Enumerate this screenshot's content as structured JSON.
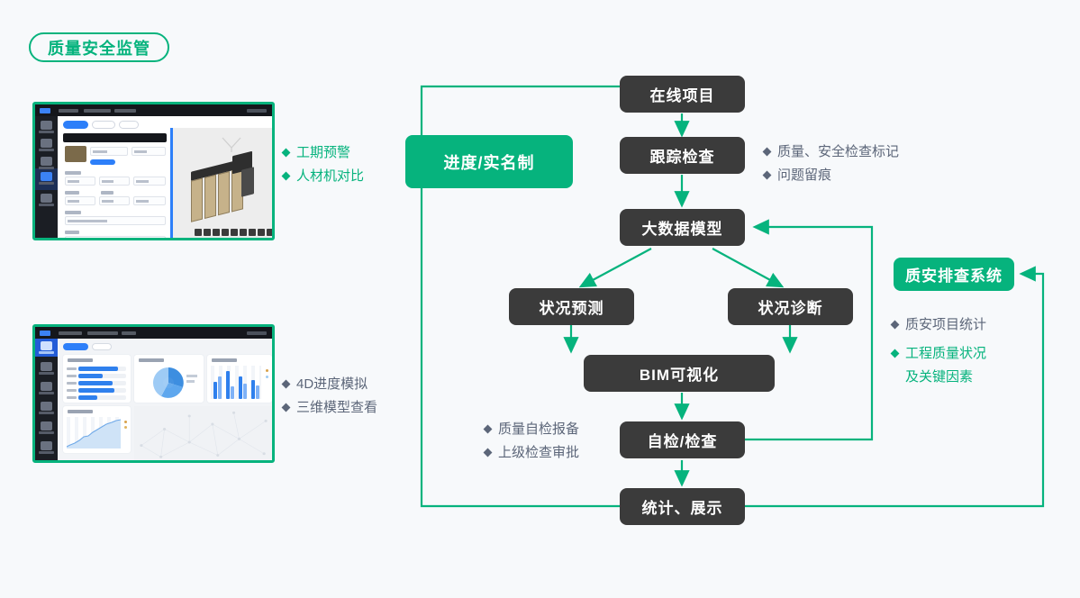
{
  "page": {
    "title_badge": "质量安全监管",
    "background_color": "#f7f9fb",
    "accent_green": "#06b37d",
    "node_dark": "#3b3b3b",
    "slate_text": "#5c6679"
  },
  "flow": {
    "nodes": [
      {
        "id": "online-project",
        "label": "在线项目"
      },
      {
        "id": "tracking-check",
        "label": "跟踪检查"
      },
      {
        "id": "bigdata-model",
        "label": "大数据模型"
      },
      {
        "id": "status-forecast",
        "label": "状况预测"
      },
      {
        "id": "status-diagnose",
        "label": "状况诊断"
      },
      {
        "id": "bim-visual",
        "label": "BIM可视化"
      },
      {
        "id": "self-inspection",
        "label": "自检/检查"
      },
      {
        "id": "stats-display",
        "label": "统计、展示"
      }
    ],
    "green_nodes": [
      {
        "id": "progress-realname",
        "label": "进度/实名制"
      },
      {
        "id": "quality-safety-system",
        "label": "质安排查系统"
      }
    ]
  },
  "annotations": {
    "progress_left": {
      "color": "green",
      "items": [
        "工期预警",
        "人材机对比"
      ]
    },
    "tracking_right": {
      "color": "slate",
      "items": [
        "质量、安全检查标记",
        "问题留痕"
      ]
    },
    "dashboard_left": {
      "color": "slate",
      "items": [
        "4D进度模拟",
        "三维模型查看"
      ]
    },
    "self_inspection_left": {
      "color": "slate",
      "items": [
        "质量自检报备",
        "上级检查审批"
      ]
    },
    "system_right": {
      "items": [
        {
          "text": "质安项目统计",
          "color": "slate",
          "sub": ""
        },
        {
          "text": "工程质量状况",
          "color": "green",
          "sub": "及关键因素"
        }
      ]
    }
  },
  "screenshots": [
    {
      "id": "bim-form-screenshot",
      "name": "BIM 构件信息表单与三维模型",
      "kind": "form-and-3d-model"
    },
    {
      "id": "dashboard-screenshot",
      "name": "4D 进度模拟数据看板",
      "kind": "charts-dashboard"
    }
  ]
}
